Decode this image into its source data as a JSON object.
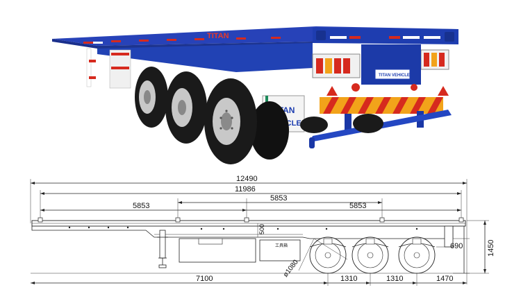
{
  "photo": {
    "brand_plate_line1": "TITAN",
    "brand_plate_line2": "VEHICLE",
    "rear_panel_label": "TITAN VEHICLE",
    "front_name": "TITAN",
    "colors": {
      "chassis": "#1f3fb0",
      "chassis_dark": "#0f2470",
      "tire": "#1a1a1a",
      "rim": "#c8c8c8",
      "reflector_red": "#d62a1e",
      "reflector_orange": "#f2a31a",
      "plate_green": "#1c8a5a"
    }
  },
  "drawing": {
    "overall_length": "12490",
    "deck_length": "11986",
    "lock_spacing_1": "5853",
    "lock_spacing_2": "5853",
    "lock_spacing_3": "5853",
    "kingpin_to_axle": "7100",
    "axle_spacing_1": "1310",
    "axle_spacing_2": "1310",
    "rear_overhang": "1470",
    "overall_height": "1450",
    "deck_height_rear": "690",
    "frame_depth": "500",
    "tire_diameter": "ø1080",
    "toolbox_label": "工具箱"
  }
}
